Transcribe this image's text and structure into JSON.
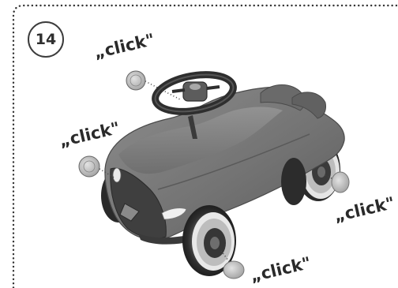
{
  "step": {
    "number": "14"
  },
  "labels": {
    "click_top": "„click\"",
    "click_left": "„click\"",
    "click_right": "„click\"",
    "click_bottom": "„click\""
  },
  "illustration": {
    "subject": "ride-on car with steering wheel and four wheel caps",
    "car_color": "#7b7b7b",
    "cap_color": "#b5b5b5"
  }
}
